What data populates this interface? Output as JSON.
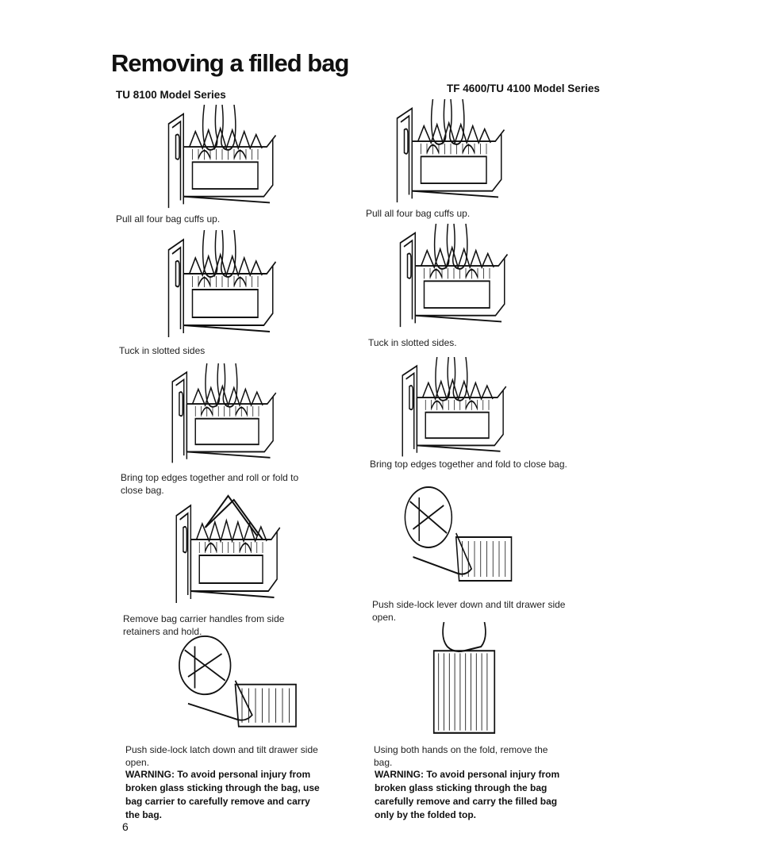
{
  "page": {
    "title": "Removing a filled bag",
    "page_number": "6"
  },
  "left": {
    "heading": "TU 8100 Model Series",
    "steps": [
      {
        "caption": "Pull all four bag cuffs up."
      },
      {
        "caption": "Tuck in slotted sides"
      },
      {
        "caption": "Bring top edges together and roll or fold to close bag."
      },
      {
        "caption": "Remove bag carrier handles from side retainers and hold."
      },
      {
        "caption": "Push side-lock latch down and tilt drawer side open."
      }
    ],
    "warning": "WARNING: To avoid personal injury from broken glass sticking through the bag, use bag carrier to carefully remove and carry the bag."
  },
  "right": {
    "heading": "TF 4600/TU 4100 Model Series",
    "steps": [
      {
        "caption": "Pull all four bag cuffs up."
      },
      {
        "caption": "Tuck in slotted sides."
      },
      {
        "caption": "Bring top edges together and fold to close bag."
      },
      {
        "caption": "Push side-lock lever down and tilt drawer side open."
      },
      {
        "caption": "Using both hands on the fold, remove the bag."
      }
    ],
    "warning": "WARNING: To avoid personal injury from broken glass sticking through the bag carefully remove and carry the filled bag only by the folded top."
  }
}
